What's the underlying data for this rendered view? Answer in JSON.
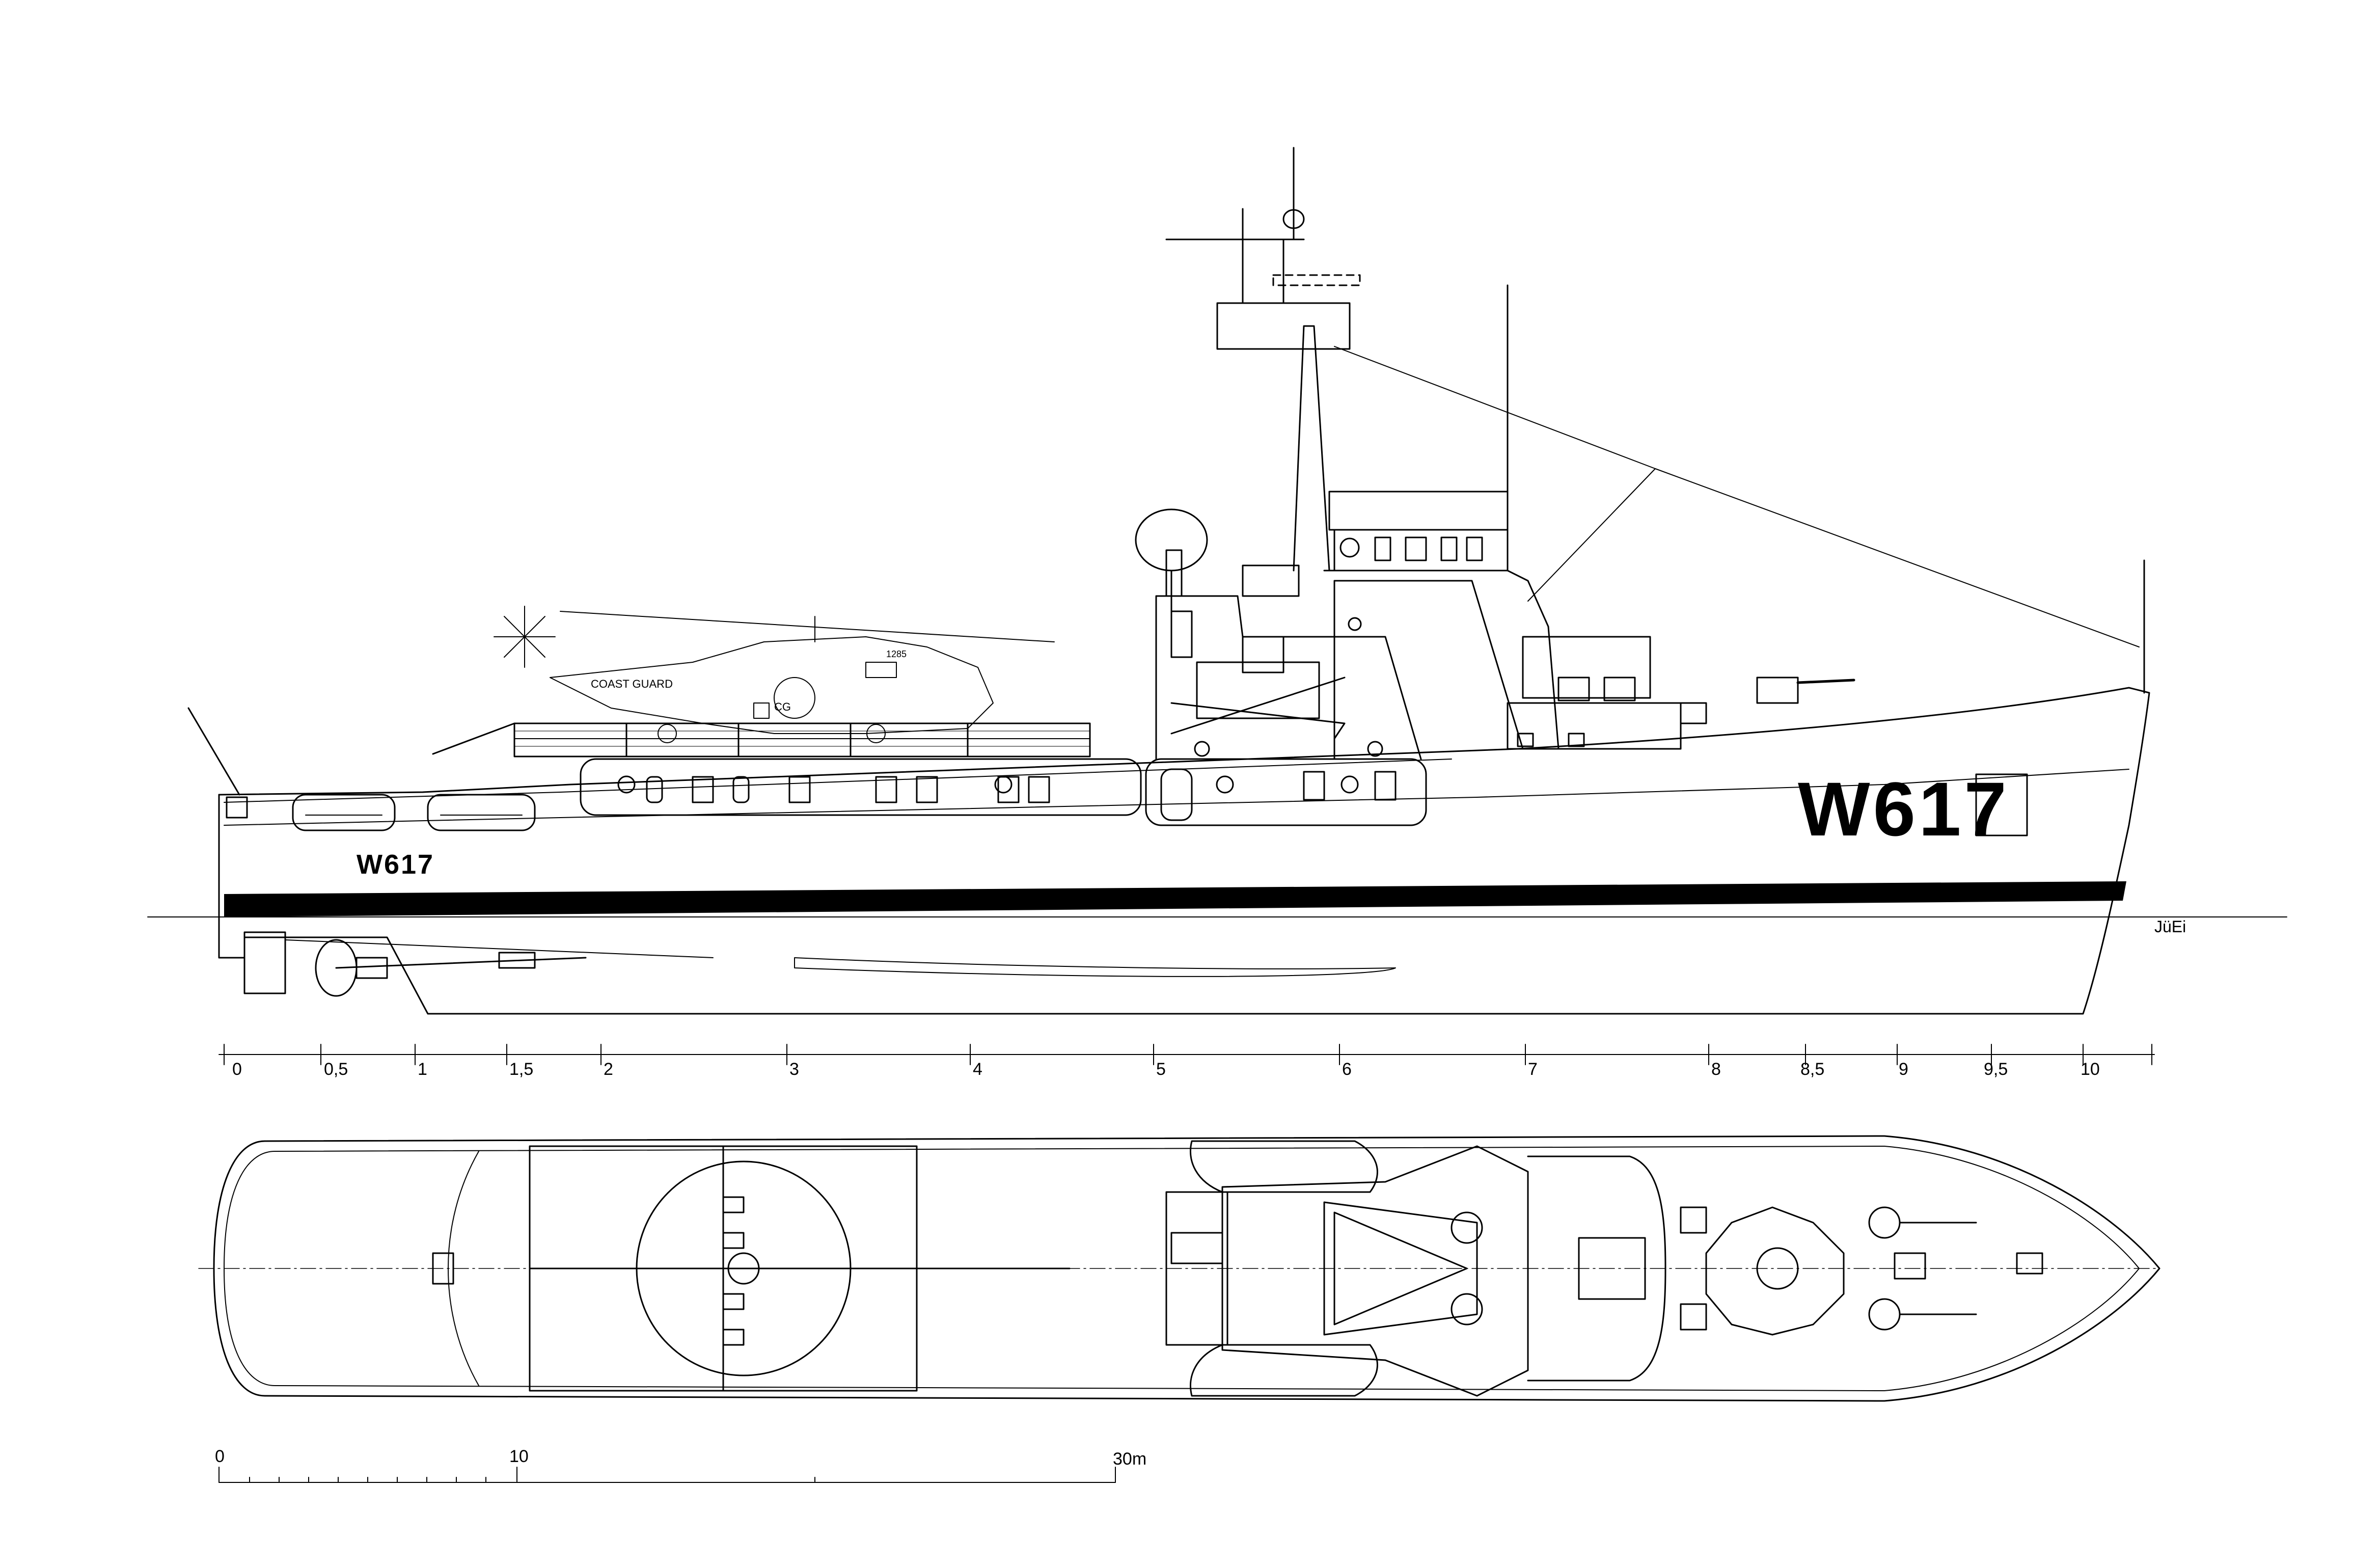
{
  "drawing": {
    "hull_number_bow": "W617",
    "hull_number_stern": "W617",
    "helicopter_text": "COAST GUARD",
    "helicopter_code": "1285",
    "helicopter_tail_text": "CG",
    "signature": "JüEi"
  },
  "station_ticks": [
    "0",
    "0,5",
    "1",
    "1,5",
    "2",
    "3",
    "4",
    "5",
    "6",
    "7",
    "8",
    "8,5",
    "9",
    "9,5",
    "10"
  ],
  "scale_bar": {
    "labels": [
      "0",
      "10",
      "30m"
    ]
  }
}
